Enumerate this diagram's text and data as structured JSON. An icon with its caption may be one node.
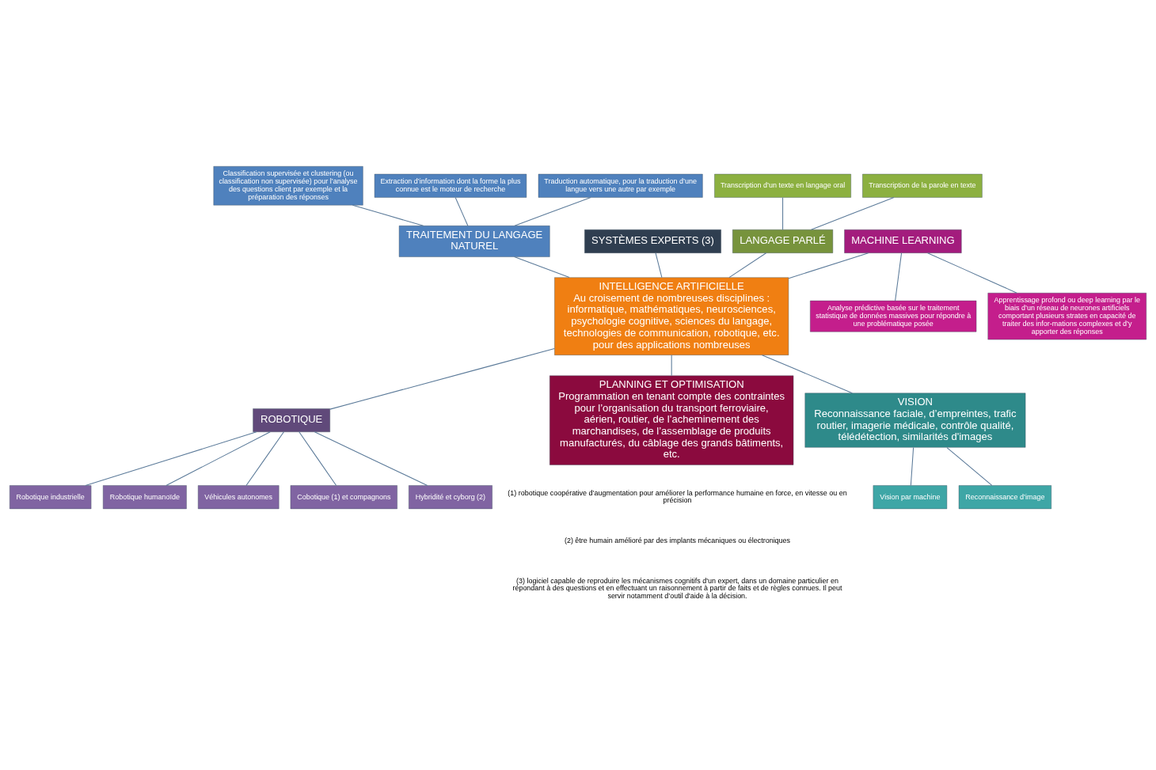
{
  "diagram": {
    "nodes": [
      {
        "text": [
          "INTELLIGENCE ARTIFICIELLE",
          "Au croisement de nombreuses disciplines : informatique, mathématiques, neurosciences, psychologie cognitive, sciences du langage, technologies de communication, robotique, etc. pour des applications nombreuses"
        ]
      },
      {
        "text": [
          "TRAITEMENT DU LANGAGE NATUREL"
        ]
      },
      {
        "text": [
          "Classification supervisée et clustering (ou classification non supervisée) pour l’analyse des questions client par exemple et la préparation des réponses"
        ]
      },
      {
        "text": [
          "Extraction d’information dont la forme la plus connue est le moteur de recherche"
        ]
      },
      {
        "text": [
          "Traduction automatique, pour la traduction d’une langue vers une autre par exemple"
        ]
      },
      {
        "text": [
          "SYSTÈMES EXPERTS (3)"
        ]
      },
      {
        "text": [
          "MACHINE LEARNING"
        ]
      },
      {
        "text": [
          "Analyse prédictive basée sur le traitement statistique de données massives pour répondre à une problématique posée"
        ]
      },
      {
        "text": [
          "Apprentissage profond ou deep learning par le biais d’un réseau de neurones artificiels comportant plusieurs strates en capacité de traiter des infor-mations complexes et d’y apporter des réponses"
        ]
      },
      {
        "text": [
          "LANGAGE PARLÉ"
        ]
      },
      {
        "text": [
          "Transcription d’un texte en langage oral"
        ]
      },
      {
        "text": [
          "Transcription de la parole en texte"
        ]
      },
      {
        "text": [
          "ROBOTIQUE"
        ]
      },
      {
        "text": [
          "Robotique industrielle"
        ]
      },
      {
        "text": [
          "Robotique humanoïde"
        ]
      },
      {
        "text": [
          "Véhicules autonomes"
        ]
      },
      {
        "text": [
          "Cobotique (1) et compagnons"
        ]
      },
      {
        "text": [
          "Hybridité et cyborg (2)"
        ]
      },
      {
        "text": [
          "PLANNING ET OPTIMISATION",
          "Programmation en tenant compte des contraintes pour l’organisation du transport ferroviaire, aérien, routier, de l’acheminement des marchandises, de l’assemblage de produits manufacturés, du câblage des grands bâtiments, etc."
        ]
      },
      {
        "text": [
          "VISION",
          "Reconnaissance faciale, d’empreintes, trafic routier, imagerie médicale, contrôle qualité, télédétection, similarités d'images"
        ]
      },
      {
        "text": [
          "Vision par machine"
        ]
      },
      {
        "text": [
          "Reconnaissance d’image"
        ]
      }
    ],
    "edges": [
      {
        "from": 2,
        "to": 1,
        "arrow": "none"
      },
      {
        "from": 3,
        "to": 1,
        "arrow": "none"
      },
      {
        "from": 4,
        "to": 1,
        "arrow": "none"
      },
      {
        "from": 1,
        "to": 0,
        "arrow": "none"
      },
      {
        "from": 5,
        "to": 0,
        "arrow": "none"
      },
      {
        "from": 6,
        "to": 0,
        "arrow": "none"
      },
      {
        "from": 6,
        "to": 7,
        "arrow": "none"
      },
      {
        "from": 6,
        "to": 8,
        "arrow": "none"
      },
      {
        "from": 10,
        "to": 9,
        "arrow": "none"
      },
      {
        "from": 11,
        "to": 9,
        "arrow": "none"
      },
      {
        "from": 9,
        "to": 0,
        "arrow": "none"
      },
      {
        "from": 0,
        "to": 12,
        "arrow": "none"
      },
      {
        "from": 12,
        "to": 13,
        "arrow": "none"
      },
      {
        "from": 12,
        "to": 14,
        "arrow": "none"
      },
      {
        "from": 12,
        "to": 15,
        "arrow": "none"
      },
      {
        "from": 12,
        "to": 16,
        "arrow": "none"
      },
      {
        "from": 12,
        "to": 17,
        "arrow": "none"
      },
      {
        "from": 0,
        "to": 18,
        "arrow": "none"
      },
      {
        "from": 0,
        "to": 19,
        "arrow": "none"
      },
      {
        "from": 19,
        "to": 20,
        "arrow": "none"
      },
      {
        "from": 19,
        "to": 21,
        "arrow": "none"
      }
    ],
    "labels": [
      "(1) robotique coopérative d’augmentation pour améliorer la performance humaine en force, en vitesse ou en précision",
      "(2) être humain amélioré par des implants mécaniques ou électroniques",
      "(3) logiciel capable de reproduire les mécanismes cognitifs d'un expert, dans un domaine particulier en répondant à des questions et en effectuant un raisonnement à partir de faits et de règles connues. Il peut servir notamment d’outil d'aide à la décision."
    ]
  }
}
